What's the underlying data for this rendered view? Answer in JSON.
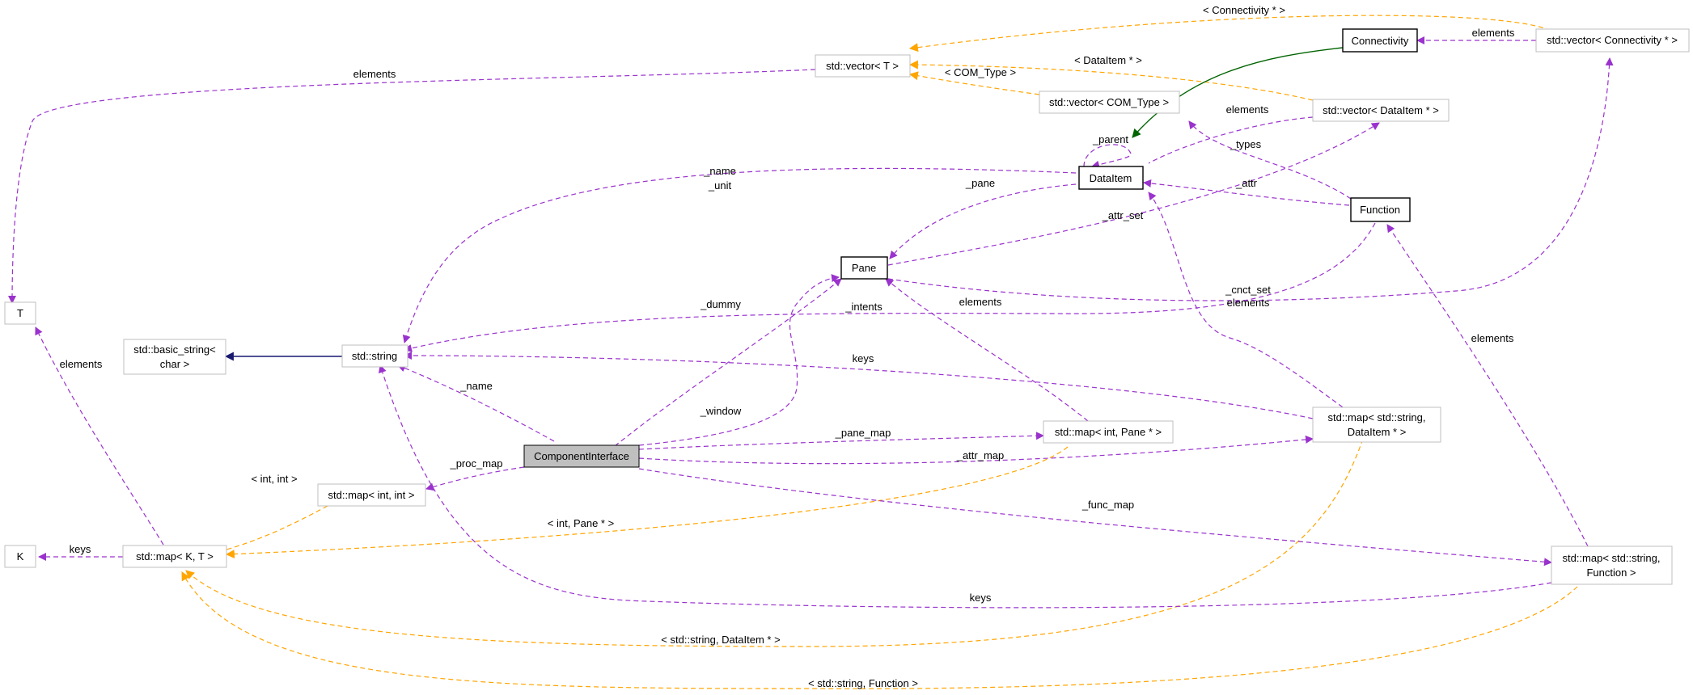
{
  "colors": {
    "usage": "#9a32cd",
    "template": "#ffa500",
    "inherit_public": "#191970",
    "inherit_protected": "#006400",
    "node_border": "#000000",
    "node_border_light": "#bfbfbf",
    "highlight_fill": "#bfbfbf"
  },
  "nodes": {
    "component_interface": "ComponentInterface",
    "std_string": "std::string",
    "basic_string_l1": "std::basic_string<",
    "basic_string_l2": "char >",
    "pane": "Pane",
    "dataitem": "DataItem",
    "function": "Function",
    "connectivity": "Connectivity",
    "vector_t": "std::vector< T >",
    "vector_com": "std::vector< COM_Type >",
    "vector_dataitem": "std::vector< DataItem * >",
    "vector_conn": "std::vector< Connectivity * >",
    "t": "T",
    "k": "K",
    "map_kt": "std::map< K, T >",
    "map_int_int": "std::map< int, int >",
    "map_int_pane": "std::map< int, Pane * >",
    "map_str_dataitem_l1": "std::map< std::string,",
    "map_str_dataitem_l2": "DataItem * >",
    "map_str_function_l1": "std::map< std::string,",
    "map_str_function_l2": "Function >"
  },
  "edges": {
    "conn_vec_t": "< Connectivity * >",
    "dataitem_vec_t": "< DataItem * >",
    "com_vec_t": "< COM_Type >",
    "vec_t_elements": "elements",
    "vec_conn_elements": "elements",
    "vec_dataitem_elements": "elements",
    "parent": "_parent",
    "types": "_types",
    "name": "_name",
    "unit": "_unit",
    "pane": "_pane",
    "attr": "_attr",
    "attr_set": "_attr_set",
    "cnct_set": "_cnct_set",
    "dummy": "_dummy",
    "intents": "_intents",
    "function_elements": "elements",
    "pane_elements": "elements",
    "keys_dataitem": "keys",
    "name_ci": "_name",
    "window": "_window",
    "pane_map": "_pane_map",
    "attr_map": "_attr_map",
    "proc_map": "_proc_map",
    "func_map": "_func_map",
    "int_int": "< int, int >",
    "int_pane": "< int, Pane * >",
    "t_elements": "elements",
    "k_keys": "keys",
    "map_function_elements": "elements",
    "keys_function": "keys",
    "str_dataitem": "< std::string, DataItem * >",
    "str_function": "< std::string, Function >"
  }
}
